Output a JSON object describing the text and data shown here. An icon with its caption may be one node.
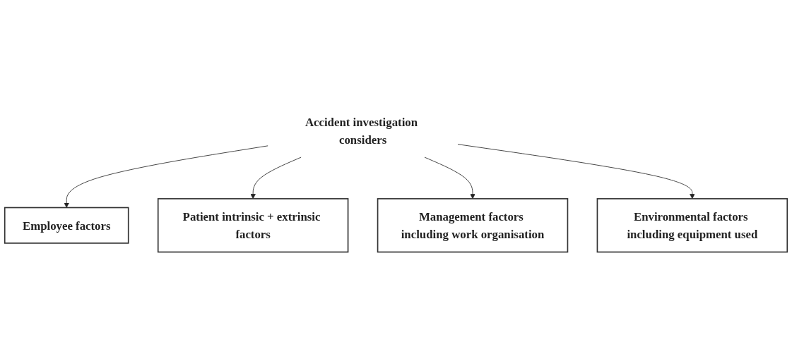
{
  "diagram": {
    "nodes": [
      {
        "text": [
          "Employee factors"
        ]
      },
      {
        "text": [
          "Patient intrinsic + extrinsic factors"
        ]
      },
      {
        "text": [
          "Accident investigation considers"
        ]
      },
      {
        "text": [
          "Management factors including work organisation"
        ]
      },
      {
        "text": [
          "Environmental factors including equipment used"
        ]
      }
    ],
    "edges": [
      {
        "from": 2,
        "to": 0,
        "arrow": "to"
      },
      {
        "from": 2,
        "to": 1,
        "arrow": "to"
      },
      {
        "from": 2,
        "to": 3,
        "arrow": "to"
      },
      {
        "from": 2,
        "to": 4,
        "arrow": "to"
      }
    ]
  }
}
